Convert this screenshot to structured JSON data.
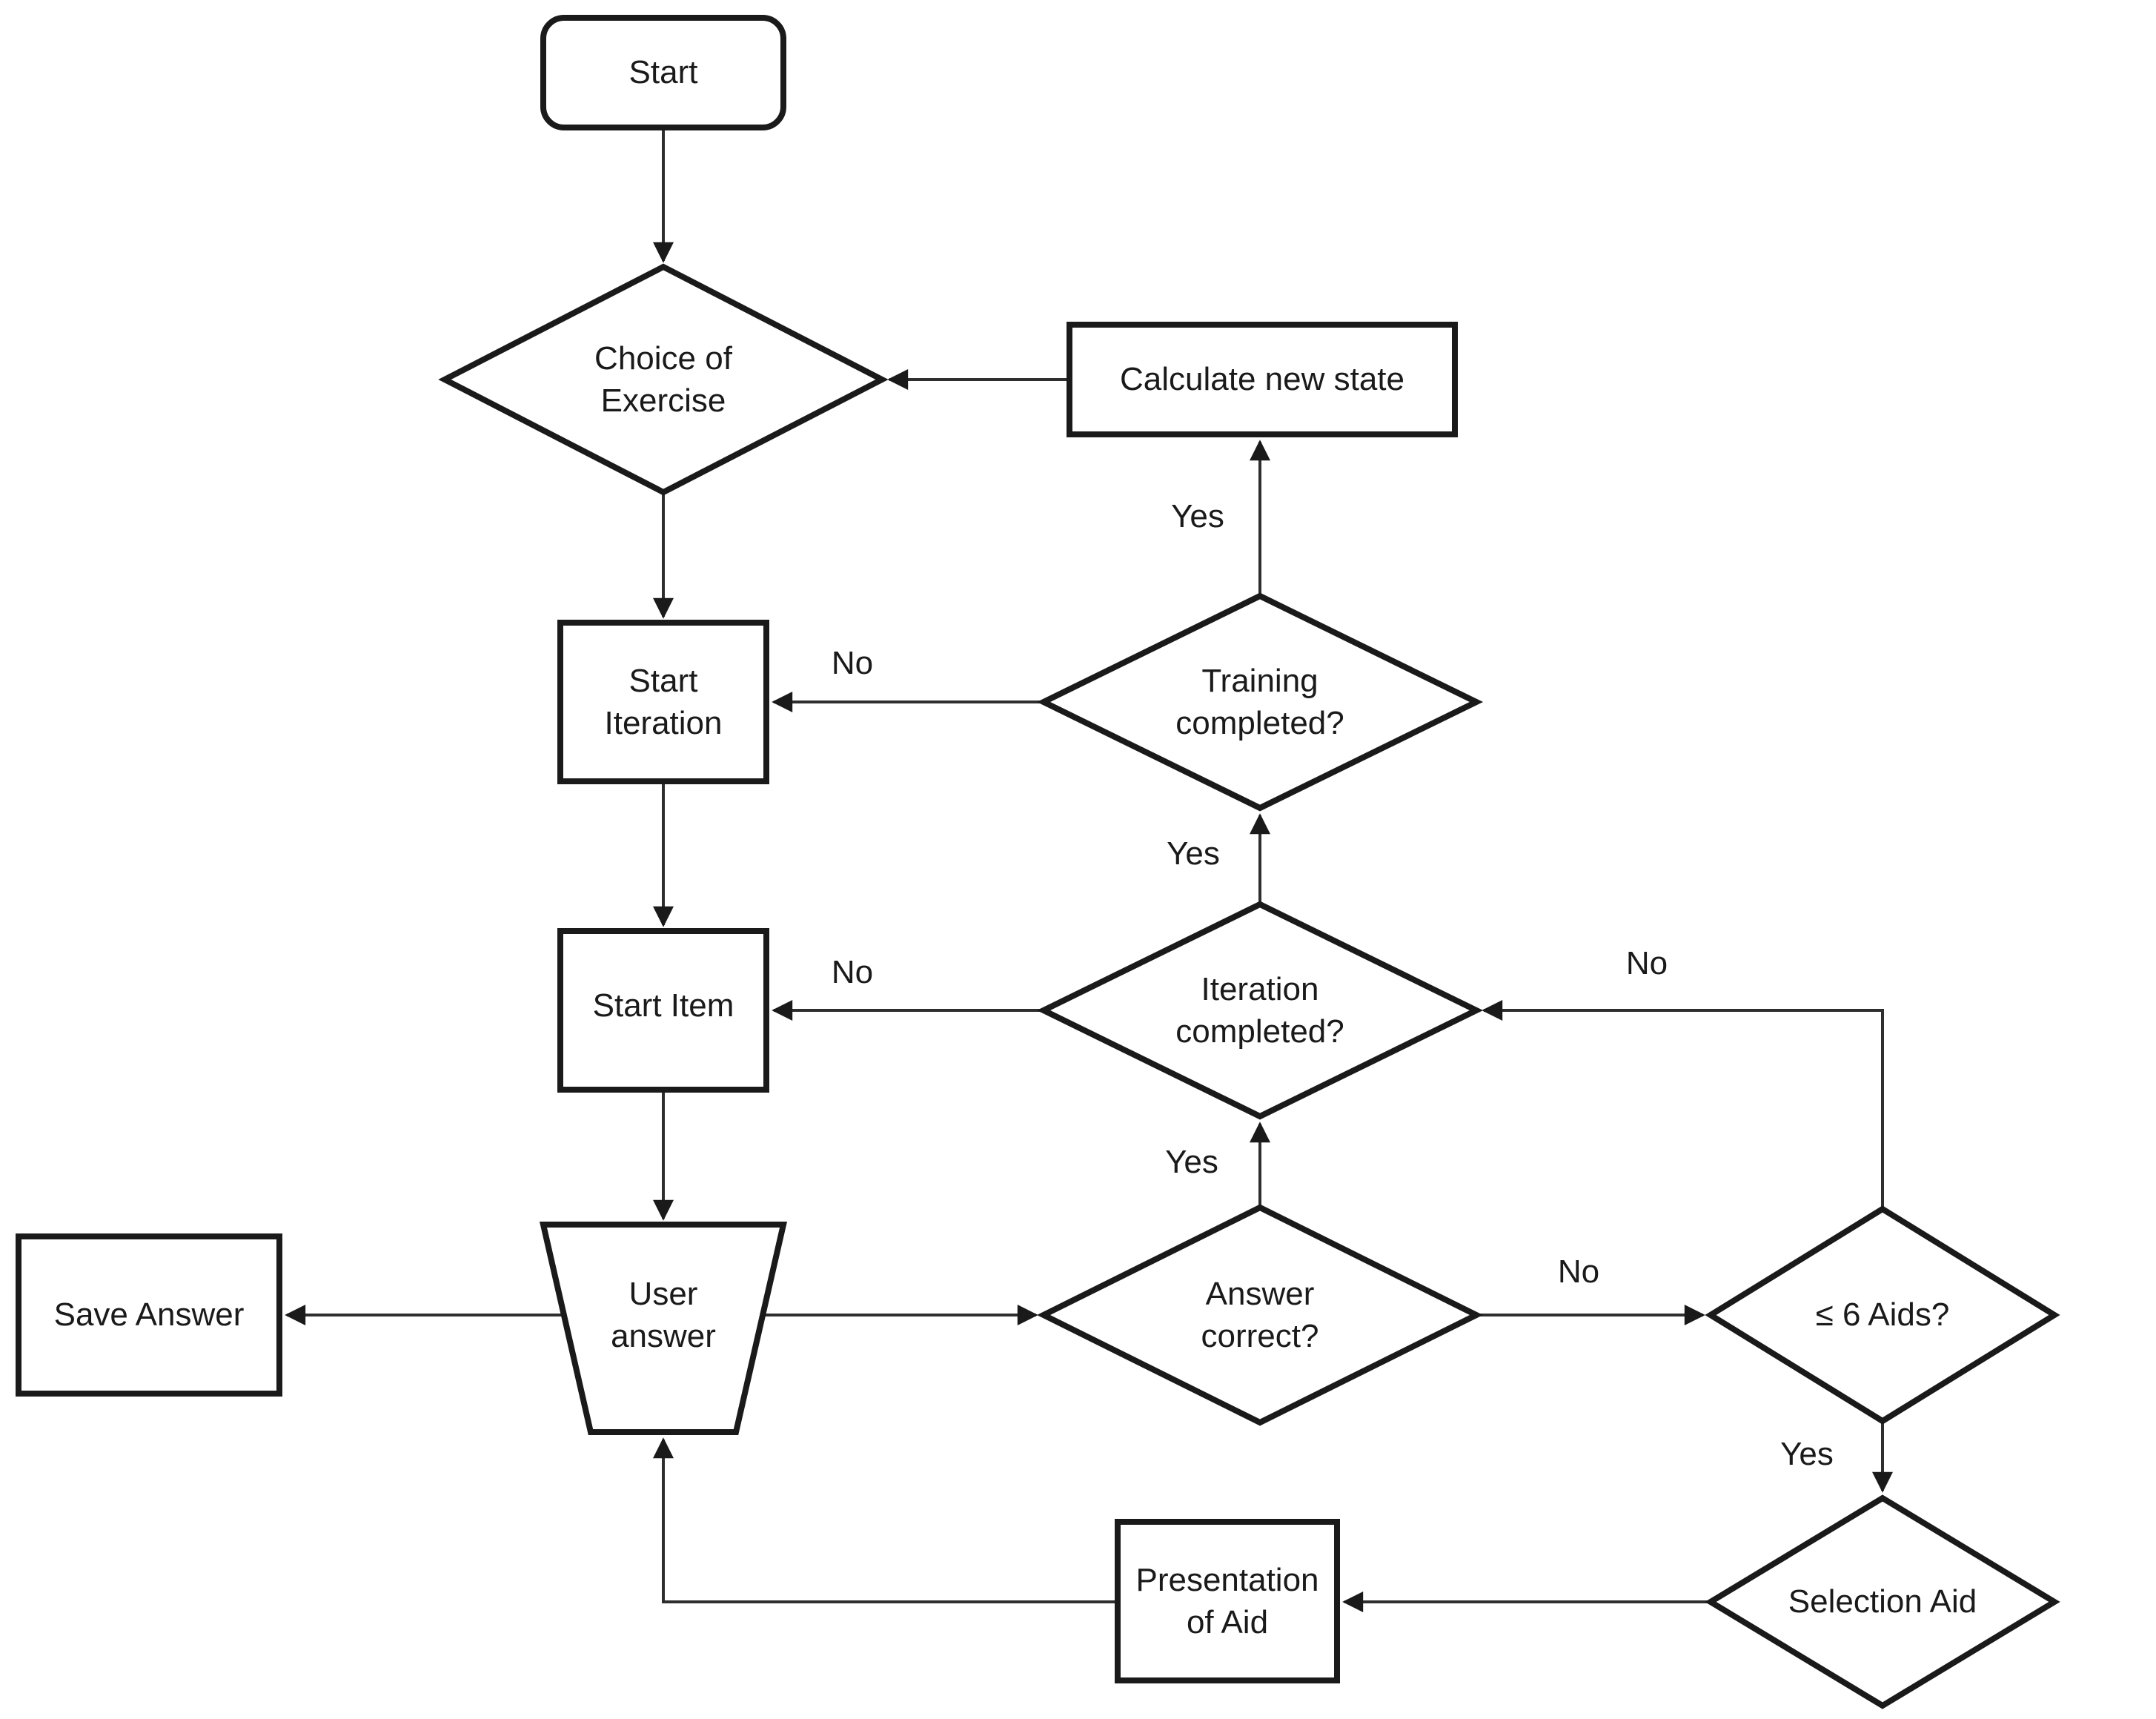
{
  "diagram": {
    "type": "flowchart",
    "colors": {
      "background": "#ffffff",
      "shape_stroke": "#1a1a1a",
      "connector_stroke": "#2e2e2e",
      "text": "#1a1a1a"
    },
    "nodes": {
      "start": {
        "label": "Start",
        "shape": "rounded-rect"
      },
      "choice_of_exercise": {
        "label": "Choice of\nExercise",
        "shape": "diamond"
      },
      "calculate_new_state": {
        "label": "Calculate new state",
        "shape": "rect"
      },
      "start_iteration": {
        "label": "Start\nIteration",
        "shape": "rect"
      },
      "training_completed": {
        "label": "Training\ncompleted?",
        "shape": "diamond"
      },
      "start_item": {
        "label": "Start Item",
        "shape": "rect"
      },
      "iteration_completed": {
        "label": "Iteration\ncompleted?",
        "shape": "diamond"
      },
      "user_answer": {
        "label": "User\nanswer",
        "shape": "trapezoid"
      },
      "save_answer": {
        "label": "Save Answer",
        "shape": "rect"
      },
      "answer_correct": {
        "label": "Answer\ncorrect?",
        "shape": "diamond"
      },
      "six_aids": {
        "label": "≤ 6 Aids?",
        "shape": "diamond"
      },
      "selection_aid": {
        "label": "Selection Aid",
        "shape": "diamond"
      },
      "presentation_of_aid": {
        "label": "Presentation\nof Aid",
        "shape": "rect"
      }
    },
    "edge_labels": {
      "training_yes": "Yes",
      "training_no": "No",
      "iteration_yes": "Yes",
      "iteration_no": "No",
      "aids_return_no": "No",
      "answer_yes": "Yes",
      "answer_no": "No",
      "aids_yes": "Yes"
    }
  }
}
